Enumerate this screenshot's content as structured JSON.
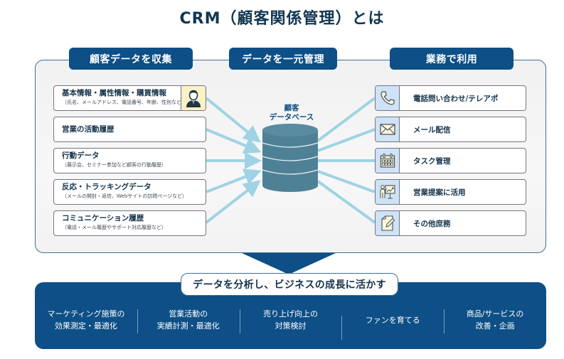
{
  "title": "CRM（顧客関係管理）とは",
  "sections": {
    "collect": "顧客データを収集",
    "manage": "データを一元管理",
    "use": "業務で利用"
  },
  "data_sources": [
    {
      "label": "基本情報・属性情報・購買情報",
      "sub": "（氏名、メールアドレス、電話番号、年齢、性別など）",
      "icon": "person-icon"
    },
    {
      "label": "営業の活動履歴",
      "sub": ""
    },
    {
      "label": "行動データ",
      "sub": "（展示会、セミナー参加など顧客の行動履歴）"
    },
    {
      "label": "反応・トラッキングデータ",
      "sub": "（メールの開封・返信、Webサイトの訪問ページなど）"
    },
    {
      "label": "コミュニケーション履歴",
      "sub": "（電話・メール履歴やサポート対応履歴など）"
    }
  ],
  "database": {
    "label_line1": "顧客",
    "label_line2": "データベース",
    "icon": "database-icon"
  },
  "uses": [
    {
      "label": "電話問い合わせ/テレアポ",
      "icon": "phone-icon"
    },
    {
      "label": "メール配信",
      "icon": "envelope-icon"
    },
    {
      "label": "タスク管理",
      "icon": "calendar-icon"
    },
    {
      "label": "営業提案に活用",
      "icon": "presentation-icon"
    },
    {
      "label": "その他庶務",
      "icon": "note-edit-icon"
    }
  ],
  "conclusion": "データを分析し、ビジネスの成長に活かす",
  "outcomes": [
    "マーケティング施策の\n効果測定・最適化",
    "営業活動の\n実績計測・最適化",
    "売り上げ向上の\n対策検討",
    "ファンを育てる",
    "商品/サービスの\n改善・企画"
  ],
  "colors": {
    "primary_navy": "#0d4f86",
    "title_text": "#123650",
    "arrow_light_blue": "#9fd3e3",
    "database_teal": "#4f8196",
    "icon_box_blue": "#cfe2f6",
    "person_box_yellow": "#fcf1c6"
  }
}
